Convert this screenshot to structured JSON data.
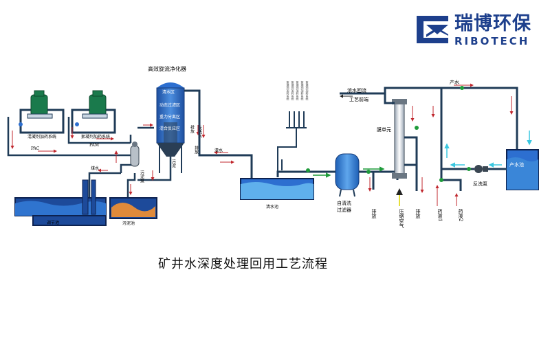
{
  "logo": {
    "brand_cn": "瑞博环保",
    "brand_en": "RIBOTECH",
    "color": "#1d3f8c"
  },
  "title": "矿井水深度处理回用工艺流程",
  "labels": {
    "clarifier": "高效旋流净化器",
    "clean_zone": "清水区",
    "dynamic_zone": "动态过滤区",
    "gravity_zone": "重力分离区",
    "mixing_zone": "混合反应区",
    "coagulant_system": "混凝剂加药系统",
    "flocculant_system": "絮凝剂加药系统",
    "pac": "PAC",
    "pam": "PAM",
    "coal_water": "煤水",
    "equalization_tank": "调节池",
    "sludge_pump": "污泥泵",
    "sludge_tank": "污泥池",
    "sludge": "污泥",
    "backwash_water": "反洗水",
    "discharge_small": "排放",
    "clean_water": "清水",
    "clean_water_tank": "清水池",
    "chemicals_vertical": "絮凝剂加药系统",
    "concentrate_return": "浓水回流",
    "process_front": "工艺前端",
    "membrane_unit": "膜单元",
    "self_clean_filter_1": "自清洗",
    "self_clean_filter_2": "过滤器",
    "discharge": "排放",
    "compressed_air": "压缩空气",
    "discharge_2": "排放",
    "product_water": "产水",
    "product_tank": "产水池",
    "backwash_pump": "反洗泵",
    "chemical_1": "药液1",
    "chemical_2": "药液2"
  },
  "colors": {
    "pipe": "#1f3b57",
    "flow_arrow": "#c0272d",
    "green_arrow": "#1e9b3a",
    "cyan_arrow": "#39c7e0",
    "water": "#3a86d8",
    "equipment_green": "#1a7a4c",
    "tank_blue": "#2d6fd0",
    "sludge": "#e08a3a"
  }
}
